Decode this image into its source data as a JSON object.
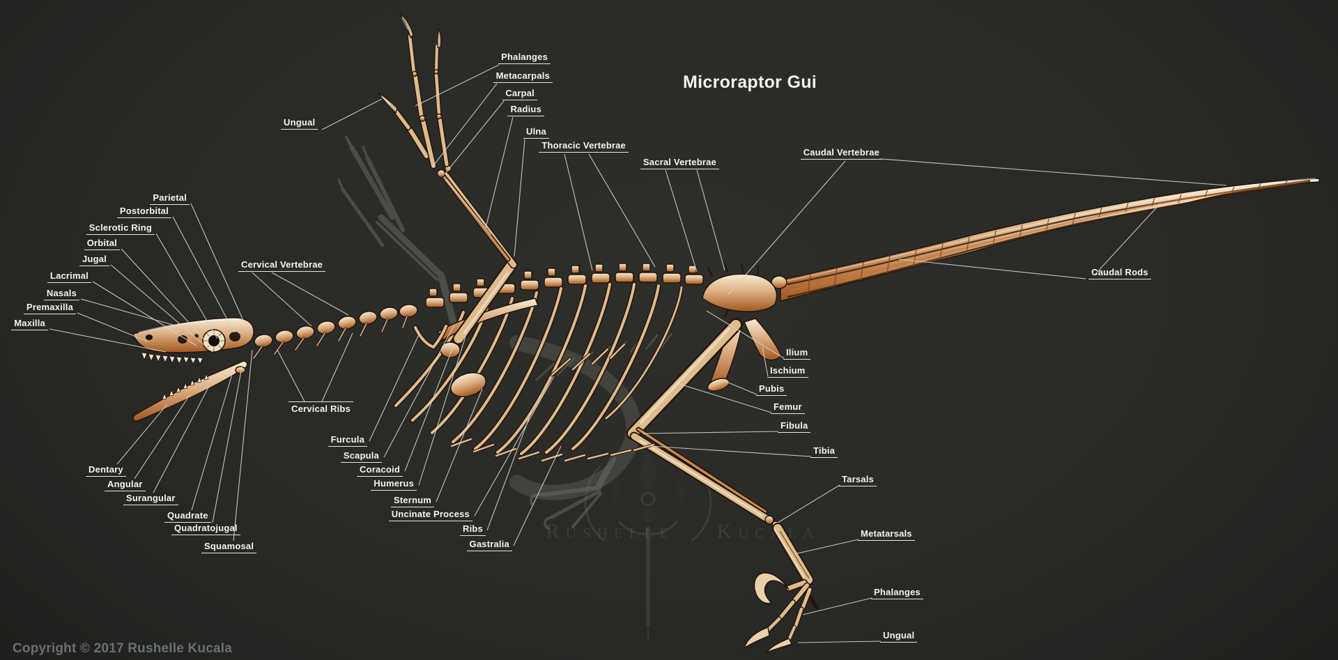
{
  "title": "Microraptor Gui",
  "copyright": "Copyright © 2017 Rushelle Kucala",
  "watermark": {
    "first_name": "Rushelle",
    "last_name": "Kucala"
  },
  "colors": {
    "background": "#2a2a28",
    "label_text": "#f3f3f0",
    "leader_line": "#d6d5d0",
    "bone_light": "#f4e8cf",
    "bone_mid": "#d9ab77",
    "bone_rust": "#a2571f",
    "copyright_text": "#68726f"
  },
  "labels": {
    "ungual_hand": "Ungual",
    "phalanges_hand": "Phalanges",
    "metacarpals": "Metacarpals",
    "carpal": "Carpal",
    "radius": "Radius",
    "ulna": "Ulna",
    "thoracic_vertebrae": "Thoracic Vertebrae",
    "sacral_vertebrae": "Sacral Vertebrae",
    "caudal_vertebrae": "Caudal Vertebrae",
    "caudal_rods": "Caudal Rods",
    "cervical_vertebrae": "Cervical Vertebrae",
    "parietal": "Parietal",
    "postorbital": "Postorbital",
    "sclerotic_ring": "Sclerotic Ring",
    "orbital": "Orbital",
    "jugal": "Jugal",
    "lacrimal": "Lacrimal",
    "nasals": "Nasals",
    "premaxilla": "Premaxilla",
    "maxilla": "Maxilla",
    "dentary": "Dentary",
    "angular": "Angular",
    "surangular": "Surangular",
    "quadrate": "Quadrate",
    "quadratojugal": "Quadratojugal",
    "squamosal": "Squamosal",
    "cervical_ribs": "Cervical Ribs",
    "furcula": "Furcula",
    "scapula": "Scapula",
    "coracoid": "Coracoid",
    "humerus": "Humerus",
    "sternum": "Sternum",
    "uncinate_process": "Uncinate Process",
    "ribs": "Ribs",
    "gastralia": "Gastralia",
    "ilium": "Ilium",
    "ischium": "Ischium",
    "pubis": "Pubis",
    "femur": "Femur",
    "fibula": "Fibula",
    "tibia": "Tibia",
    "tarsals": "Tarsals",
    "metatarsals": "Metatarsals",
    "phalanges_foot": "Phalanges",
    "ungual_foot": "Ungual"
  }
}
